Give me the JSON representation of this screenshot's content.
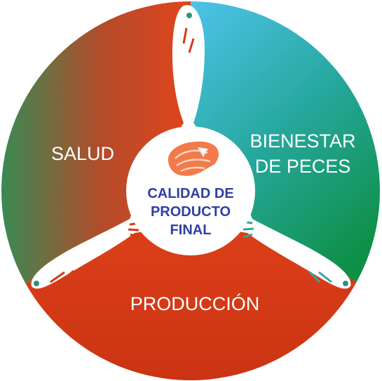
{
  "segments": {
    "left": {
      "label": "SALUD"
    },
    "right": {
      "line1": "BIENESTAR",
      "line2": "DE PECES"
    },
    "bottom": {
      "label": "PRODUCCIÓN"
    }
  },
  "center": {
    "line1": "CALIDAD DE",
    "line2": "PRODUCTO",
    "line3": "FINAL"
  },
  "colors": {
    "salud_start": "#2e8f56",
    "salud_end": "#e1441c",
    "bienestar_start": "#4ec3ea",
    "bienestar_end": "#0e8f45",
    "produccion": "#d23a17",
    "center_text": "#2f3fa3",
    "fish": "#ffffff",
    "salmon": "#f27a4b"
  },
  "icons": [
    "salmon-steak-icon",
    "fish-icon"
  ]
}
